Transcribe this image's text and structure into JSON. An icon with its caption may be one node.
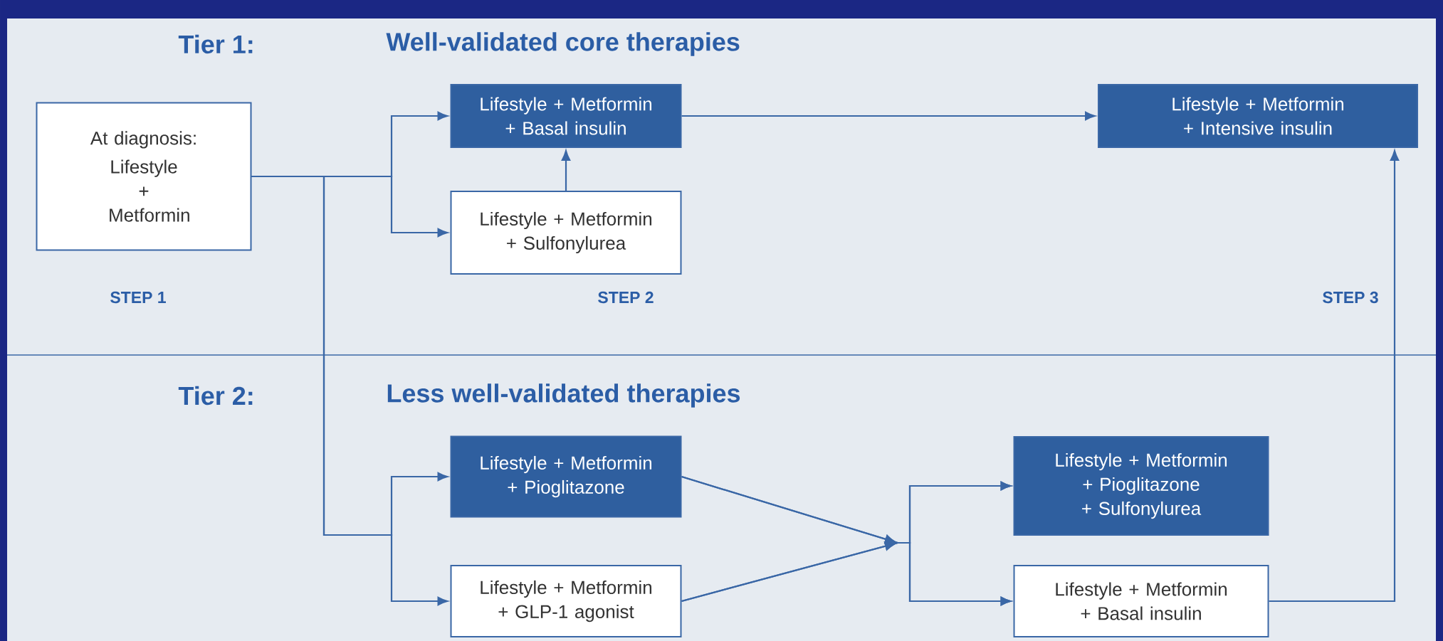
{
  "diagram": {
    "nodes": [
      {
        "text": [
          "At diagnosis:",
          "Lifestyle + Metformin"
        ]
      },
      {
        "text": [
          "Lifestyle + Metformin + Basal insulin"
        ]
      },
      {
        "text": [
          "Lifestyle + Metformin + Sulfonylurea"
        ]
      },
      {
        "text": [
          "Lifestyle + Metformin + Intensive insulin"
        ]
      },
      {
        "text": [
          "Lifestyle + Metformin + Pioglitazone"
        ]
      },
      {
        "text": [
          "Lifestyle + Metformin + GLP-1 agonist"
        ]
      },
      {
        "text": [
          "Lifestyle + Metformin + Pioglitazone + Sulfonylurea"
        ]
      },
      {
        "text": [
          "Lifestyle + Metformin + Basal insulin"
        ]
      }
    ],
    "edges": [
      {
        "from": 0,
        "to": 1,
        "arrow": "to"
      },
      {
        "from": 0,
        "to": 2,
        "arrow": "to"
      },
      {
        "from": 0,
        "to": 4,
        "arrow": "to"
      },
      {
        "from": 0,
        "to": 5,
        "arrow": "to"
      },
      {
        "from": 2,
        "to": 1,
        "arrow": "to"
      },
      {
        "from": 1,
        "to": 3,
        "arrow": "to"
      },
      {
        "from": 4,
        "to": 6,
        "arrow": "to"
      },
      {
        "from": 4,
        "to": 7,
        "arrow": "to"
      },
      {
        "from": 5,
        "to": 6,
        "arrow": "to"
      },
      {
        "from": 5,
        "to": 7,
        "arrow": "to"
      },
      {
        "from": 7,
        "to": 3,
        "arrow": "to"
      }
    ],
    "labels": [
      "Tier 1:",
      "Well-validated core therapies",
      "STEP 1",
      "STEP 2",
      "STEP 3",
      "Tier 2:",
      "Less well-validated therapies"
    ]
  }
}
